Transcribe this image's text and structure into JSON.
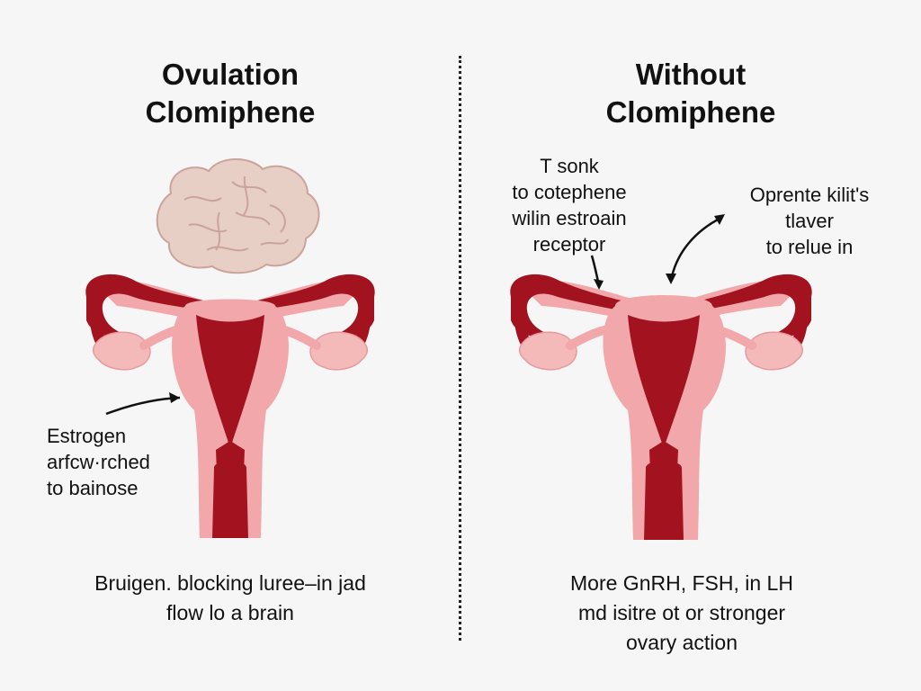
{
  "left_panel": {
    "title_lines": [
      "Ovulation",
      "Clomiphene"
    ],
    "annotation_lines": [
      "Estrogen",
      "arfcw·rched",
      "to bainose"
    ],
    "caption_lines": [
      "Bruigen. blocking luree–in jad",
      "flow lo a brain"
    ]
  },
  "right_panel": {
    "title_lines": [
      "Without",
      "Clomiphene"
    ],
    "annotation_left_lines": [
      "T sonk",
      "to cotephene",
      "wilin estroain",
      "receptor"
    ],
    "annotation_right_lines": [
      "Oprente kilit's",
      "tlaver",
      "to relue in"
    ],
    "caption_lines": [
      "More GnRH, FSH, in LH",
      "md isitre ot or stronger",
      "ovary action"
    ]
  },
  "colors": {
    "background": "#f7f6f6",
    "uterus_pink": "#f2a8ab",
    "uterus_dark_red": "#a3121f",
    "ovary_pink": "#f4b9b9",
    "brain": "#e8cfc6",
    "brain_outline": "#caa39a",
    "text": "#111111"
  }
}
